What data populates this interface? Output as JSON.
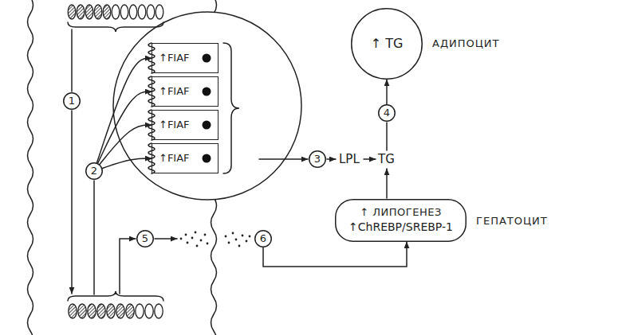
{
  "diagram": {
    "nodes": [
      {
        "text": [
          "1"
        ]
      },
      {
        "text": [
          "2"
        ]
      },
      {
        "text": [
          "↑FIAF"
        ]
      },
      {
        "text": [
          "↑FIAF"
        ]
      },
      {
        "text": [
          "↑FIAF"
        ]
      },
      {
        "text": [
          "↑FIAF"
        ]
      },
      {
        "text": [
          "3"
        ]
      },
      {
        "text": [
          "↑ TG",
          "АДИПОЦИТ"
        ]
      },
      {
        "text": [
          "4"
        ]
      },
      {
        "text": [
          "↑ ЛИПОГЕНЕЗ",
          "↑ChREBP/SREBP-1",
          "ГЕПАТОЦИТ"
        ]
      },
      {
        "text": [
          "5"
        ]
      },
      {
        "text": [
          "6"
        ]
      }
    ],
    "edges": [
      {
        "from": 1,
        "to": 2,
        "arrow": "to"
      },
      {
        "from": 1,
        "to": 3,
        "arrow": "to"
      },
      {
        "from": 1,
        "to": 4,
        "arrow": "to"
      },
      {
        "from": 1,
        "to": 5,
        "arrow": "to"
      },
      {
        "from": 8,
        "to": 7,
        "arrow": "to"
      },
      {
        "from": 11,
        "to": 9,
        "arrow": "to"
      }
    ],
    "labels": [
      "LPL",
      "TG"
    ]
  }
}
